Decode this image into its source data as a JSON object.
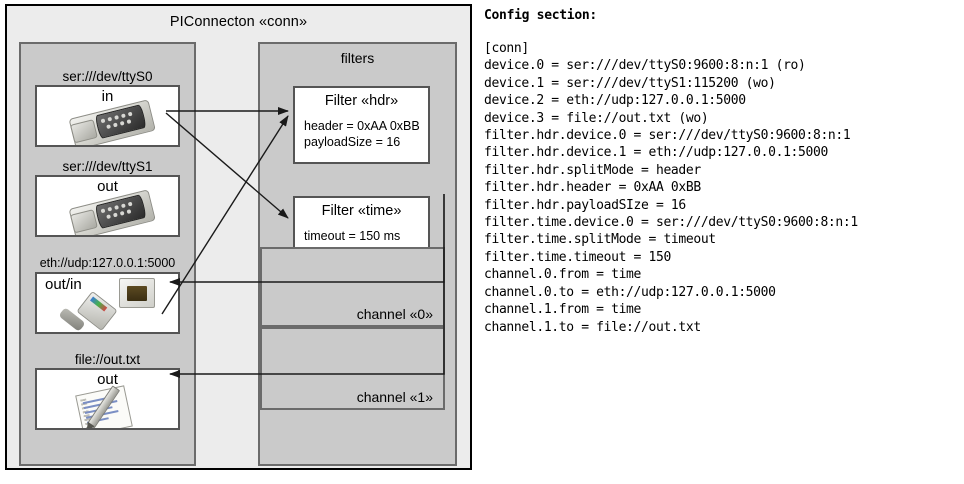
{
  "diagram": {
    "title": "PIConnecton «conn»",
    "devices_group": {
      "items": [
        {
          "label": "ser:///dev/ttyS0",
          "direction": "in",
          "icon": "serial-port-icon"
        },
        {
          "label": "ser:///dev/ttyS1",
          "direction": "out",
          "icon": "serial-port-icon"
        },
        {
          "label": "eth://udp:127.0.0.1:5000",
          "direction": "out/in",
          "icon": "ethernet-icon"
        },
        {
          "label": "file://out.txt",
          "direction": "out",
          "icon": "document-icon"
        }
      ]
    },
    "filters_group": {
      "title": "filters",
      "filters": [
        {
          "title": "Filter «hdr»",
          "params": "header = 0xAA 0xBB\npayloadSize = 16"
        },
        {
          "title": "Filter «time»",
          "params": "timeout = 150 ms"
        }
      ],
      "channels": [
        {
          "label": "channel «0»"
        },
        {
          "label": "channel «1»"
        }
      ]
    },
    "colors": {
      "frame_fill": "#ececec",
      "group_fill": "#cacaca",
      "group_border": "#6b6b6b",
      "box_fill": "#ffffff",
      "box_border": "#555555",
      "line": "#1a1a1a"
    }
  },
  "config": {
    "heading": "Config section:",
    "text": "[conn]\ndevice.0 = ser:///dev/ttyS0:9600:8:n:1 (ro)\ndevice.1 = ser:///dev/ttyS1:115200 (wo)\ndevice.2 = eth://udp:127.0.0.1:5000\ndevice.3 = file://out.txt (wo)\nfilter.hdr.device.0 = ser:///dev/ttyS0:9600:8:n:1\nfilter.hdr.device.1 = eth://udp:127.0.0.1:5000\nfilter.hdr.splitMode = header\nfilter.hdr.header = 0xAA 0xBB\nfilter.hdr.payloadSIze = 16\nfilter.time.device.0 = ser:///dev/ttyS0:9600:8:n:1\nfilter.time.splitMode = timeout\nfilter.time.timeout = 150\nchannel.0.from = time\nchannel.0.to = eth://udp:127.0.0.1:5000\nchannel.1.from = time\nchannel.1.to = file://out.txt"
  }
}
